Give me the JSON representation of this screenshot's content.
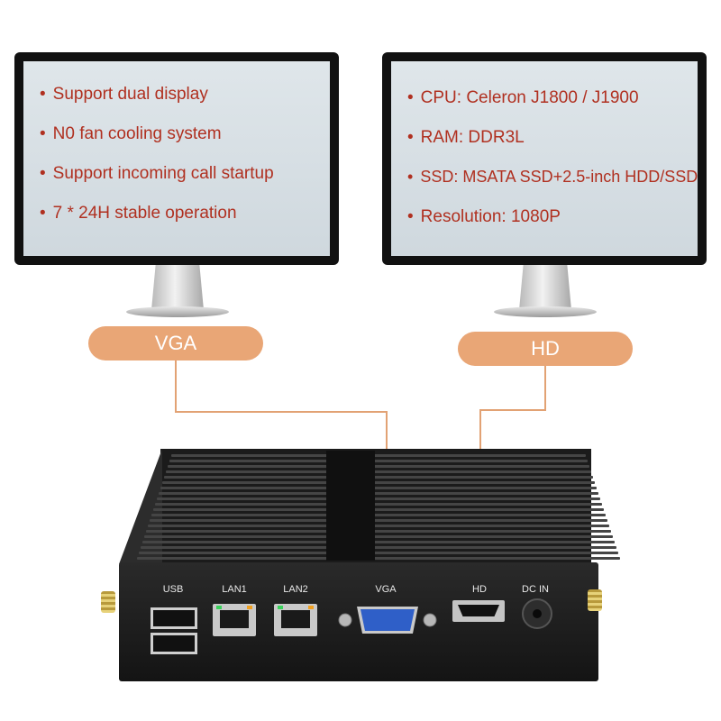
{
  "left_monitor": {
    "features": [
      "Support dual display",
      "N0 fan cooling system",
      "Support incoming call startup",
      "7 * 24H stable operation"
    ]
  },
  "right_monitor": {
    "features": [
      "CPU: Celeron J1800 / J1900",
      "RAM: DDR3L",
      "SSD: MSATA SSD+2.5-inch HDD/SSD",
      "Resolution: 1080P"
    ]
  },
  "bullet": "•",
  "labels": {
    "left": "VGA",
    "right": "HD"
  },
  "ports": {
    "usb": "USB",
    "lan1": "LAN1",
    "lan2": "LAN2",
    "vga": "VGA",
    "hdmi": "HD",
    "dc": "DC IN"
  },
  "colors": {
    "feature_text": "#b03020",
    "label_pill": "#e9a676",
    "connector_line": "#e2a274",
    "vga_port": "#2f5fc8",
    "led_green": "#39d25a",
    "led_orange": "#f0a020"
  }
}
